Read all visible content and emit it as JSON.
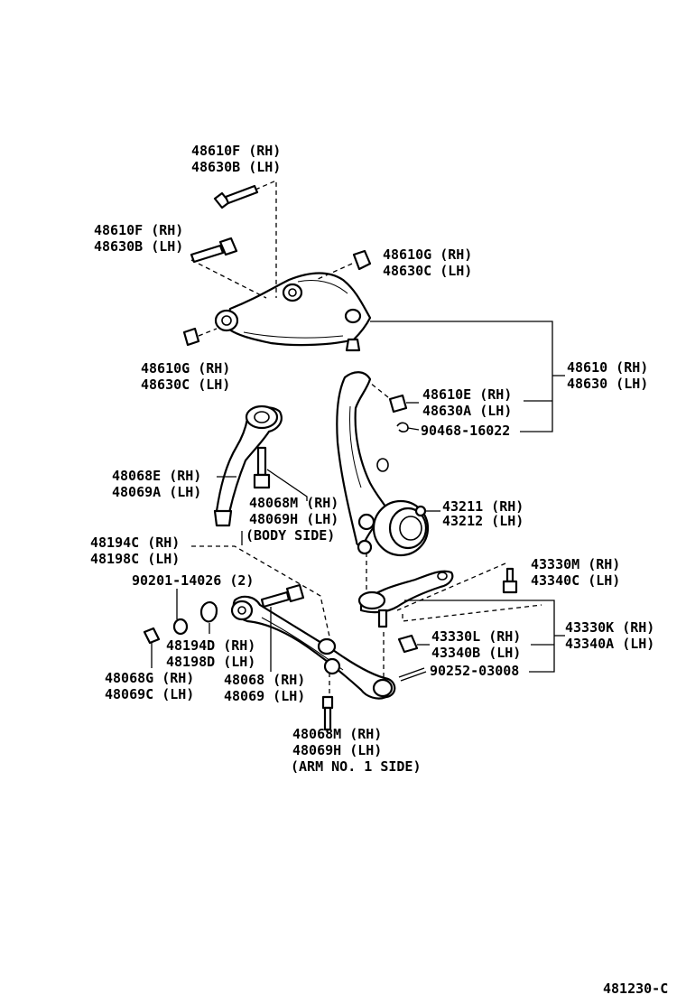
{
  "labels": {
    "bolt_top_rh": "48610F (RH)",
    "bolt_top_lh": "48630B (LH)",
    "bolt_mid_rh": "48610F (RH)",
    "bolt_mid_lh": "48630B (LH)",
    "nut_right_rh": "48610G (RH)",
    "nut_right_lh": "48630C (LH)",
    "nut_left_rh": "48610G (RH)",
    "nut_left_lh": "48630C (LH)",
    "upper_arm_rh": "48610 (RH)",
    "upper_arm_lh": "48630 (LH)",
    "castle_nut_rh": "48610E (RH)",
    "castle_nut_lh": "48630A (LH)",
    "cotter_pin_upper": "90468-16022",
    "strut_rod_rh": "48068E (RH)",
    "strut_rod_lh": "48069A (LH)",
    "strut_bolt_body_rh": "48068M (RH)",
    "strut_bolt_body_lh": "48069H (LH)",
    "body_side": "(BODY SIDE)",
    "knuckle_rh": "43211 (RH)",
    "knuckle_lh": "43212 (LH)",
    "bushing_rh": "48194C (RH)",
    "bushing_lh": "48198C (LH)",
    "bolt_arm_lower": "90201-14026 (2)",
    "ball_bolt_rh": "43330M (RH)",
    "ball_bolt_lh": "43340C (LH)",
    "bushing2_rh": "48194D (RH)",
    "bushing2_lh": "48198D (LH)",
    "lower_nut_rh": "48068G (RH)",
    "lower_nut_lh": "48069C (LH)",
    "lower_arm_rh": "48068 (RH)",
    "lower_arm_lh": "48069 (LH)",
    "ball_nut_rh": "43330L (RH)",
    "ball_nut_lh": "43340B (LH)",
    "ball_joint_rh": "43330K (RH)",
    "ball_joint_lh": "43340A (LH)",
    "cotter_pin_lower": "90252-03008",
    "arm_bolt_rh": "48068M (RH)",
    "arm_bolt_lh": "48069H (LH)",
    "arm_side": "(ARM NO. 1 SIDE)",
    "figure_code": "481230-C"
  }
}
